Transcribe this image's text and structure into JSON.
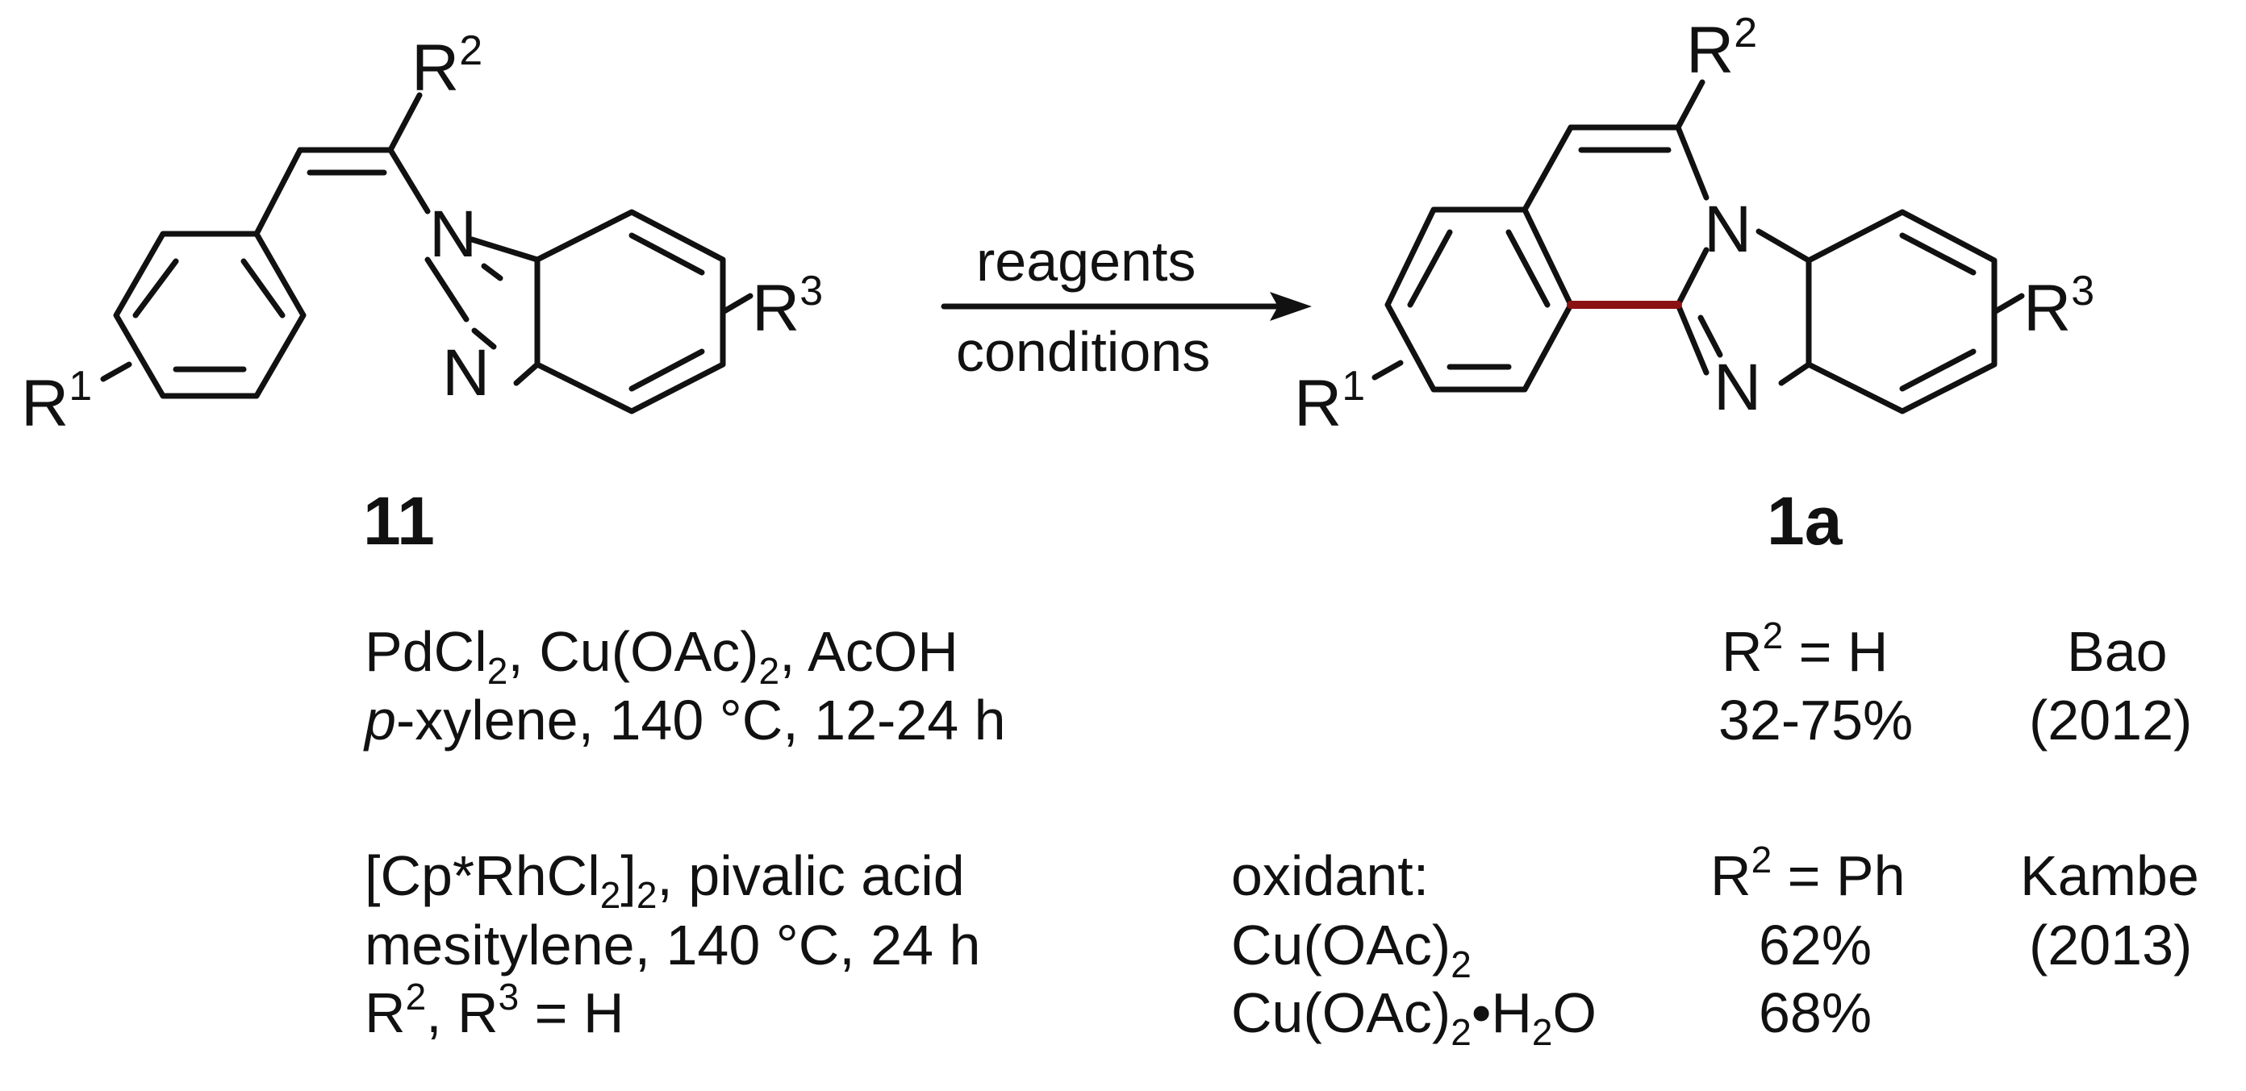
{
  "reaction": {
    "reagents_label": "reagents",
    "conditions_label": "conditions"
  },
  "start": {
    "compound_id": "11",
    "atoms": {
      "n_top": "N",
      "n_bottom": "N",
      "r1": "R",
      "r1_sup": "1",
      "r2": "R",
      "r2_sup": "2",
      "r3": "R",
      "r3_sup": "3"
    }
  },
  "product": {
    "compound_id": "1a",
    "atoms": {
      "n_top": "N",
      "n_bottom": "N",
      "r1": "R",
      "r1_sup": "1",
      "r2": "R",
      "r2_sup": "2",
      "r3": "R",
      "r3_sup": "3"
    },
    "new_bond_color": "#8b1212"
  },
  "entries": [
    {
      "line1": {
        "a": "PdCl",
        "a_sub": "2",
        "b": ", Cu(OAc)",
        "b_sub": "2",
        "c": ", AcOH"
      },
      "line2": {
        "ital": "p",
        "rest": "-xylene, 140 °C, 12-24 h"
      },
      "r2": {
        "r": "R",
        "sup": "2",
        "rest": " = H"
      },
      "yield": "32-75%",
      "author": "Bao",
      "year": "(2012)"
    },
    {
      "line1": {
        "a": "[Cp*RhCl",
        "a_sub": "2",
        "b": "]",
        "b_sub": "2",
        "c": ", pivalic acid"
      },
      "line2": "mesitylene, 140 °C, 24 h",
      "line3": {
        "r2": "R",
        "r2_sup": "2",
        "mid": ", R",
        "r3_sup": "3",
        "rest": " = H"
      },
      "oxidant_label": "oxidant:",
      "oxidants": [
        {
          "name": "Cu(OAc)",
          "sub": "2",
          "tail": "",
          "tail_sub": "",
          "tail2": "",
          "yield": "62%"
        },
        {
          "name": "Cu(OAc)",
          "sub": "2",
          "tail": "•H",
          "tail_sub": "2",
          "tail2": "O",
          "yield": "68%"
        }
      ],
      "r2": {
        "r": "R",
        "sup": "2",
        "rest": " = Ph"
      },
      "author": "Kambe",
      "year": "(2013)"
    }
  ]
}
